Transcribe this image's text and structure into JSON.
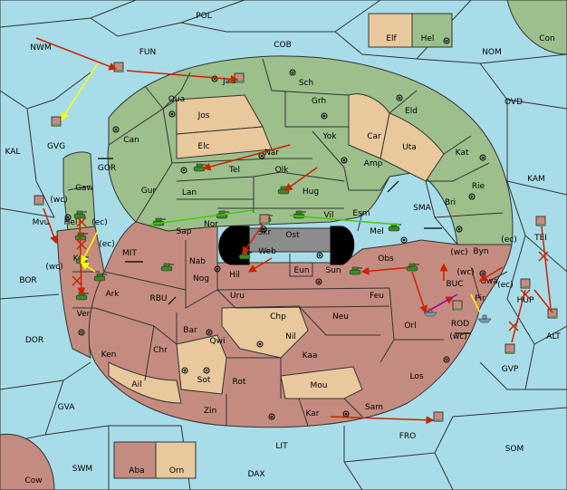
{
  "map": {
    "sea_regions": [
      {
        "id": "POL",
        "label": "POL"
      },
      {
        "id": "NWM",
        "label": "NWM"
      },
      {
        "id": "FUN",
        "label": "FUN"
      },
      {
        "id": "COB",
        "label": "COB"
      },
      {
        "id": "NOM",
        "label": "NOM"
      },
      {
        "id": "Con",
        "label": "Con"
      },
      {
        "id": "OVD",
        "label": "OVD"
      },
      {
        "id": "KAL",
        "label": "KAL"
      },
      {
        "id": "GVG",
        "label": "GVG"
      },
      {
        "id": "GOR",
        "label": "GOR"
      },
      {
        "id": "KAM",
        "label": "KAM"
      },
      {
        "id": "SMA",
        "label": "SMA"
      },
      {
        "id": "MIT",
        "label": "MIT"
      },
      {
        "id": "BOR",
        "label": "BOR"
      },
      {
        "id": "RBU",
        "label": "RBU"
      },
      {
        "id": "DOR",
        "label": "DOR"
      },
      {
        "id": "TEI",
        "label": "TEI"
      },
      {
        "id": "BUC",
        "label": "BUC"
      },
      {
        "id": "ROD",
        "label": "ROD"
      },
      {
        "id": "HUP",
        "label": "HUP"
      },
      {
        "id": "ALT",
        "label": "ALT"
      },
      {
        "id": "GVP",
        "label": "GVP"
      },
      {
        "id": "GVA",
        "label": "GVA"
      },
      {
        "id": "FRO",
        "label": "FRO"
      },
      {
        "id": "LIT",
        "label": "LIT"
      },
      {
        "id": "SOM",
        "label": "SOM"
      },
      {
        "id": "SWM",
        "label": "SWM"
      },
      {
        "id": "DAX",
        "label": "DAX"
      }
    ],
    "land_regions": [
      {
        "id": "Jad",
        "label": "Jad"
      },
      {
        "id": "Sch",
        "label": "Sch"
      },
      {
        "id": "Qua",
        "label": "Qua"
      },
      {
        "id": "Jos",
        "label": "Jos"
      },
      {
        "id": "Grh",
        "label": "Grh"
      },
      {
        "id": "Eld",
        "label": "Eld"
      },
      {
        "id": "Can",
        "label": "Can"
      },
      {
        "id": "Elc",
        "label": "Elc"
      },
      {
        "id": "Nar",
        "label": "Nar"
      },
      {
        "id": "Yok",
        "label": "Yok"
      },
      {
        "id": "Car",
        "label": "Car"
      },
      {
        "id": "Uta",
        "label": "Uta"
      },
      {
        "id": "Kat",
        "label": "Kat"
      },
      {
        "id": "Tel",
        "label": "Tel"
      },
      {
        "id": "Olk",
        "label": "Olk"
      },
      {
        "id": "Amp",
        "label": "Amp"
      },
      {
        "id": "Gaw",
        "label": "Gaw"
      },
      {
        "id": "Gur",
        "label": "Gur"
      },
      {
        "id": "Lan",
        "label": "Lan"
      },
      {
        "id": "Hug",
        "label": "Hug"
      },
      {
        "id": "Rie",
        "label": "Rie"
      },
      {
        "id": "Bri",
        "label": "Bri"
      },
      {
        "id": "Esm",
        "label": "Esm"
      },
      {
        "id": "Hel",
        "label": "Hel"
      },
      {
        "id": "Nor",
        "label": "Nor"
      },
      {
        "id": "Vil",
        "label": "Vil"
      },
      {
        "id": "Sap",
        "label": "Sap"
      },
      {
        "id": "Skr",
        "label": "Skr"
      },
      {
        "id": "Mel",
        "label": "Mel"
      },
      {
        "id": "Byn",
        "label": "Byn"
      },
      {
        "id": "Web",
        "label": "Web"
      },
      {
        "id": "Ost",
        "label": "Ost"
      },
      {
        "id": "Kor",
        "label": "Kor"
      },
      {
        "id": "Nab",
        "label": "Nab"
      },
      {
        "id": "Obs",
        "label": "Obs"
      },
      {
        "id": "Hil",
        "label": "Hil"
      },
      {
        "id": "Eun",
        "label": "Eun"
      },
      {
        "id": "Sun",
        "label": "Sun"
      },
      {
        "id": "Gwa",
        "label": "Gwa"
      },
      {
        "id": "Nog",
        "label": "Nog"
      },
      {
        "id": "Ark",
        "label": "Ark"
      },
      {
        "id": "Pir",
        "label": "Pir"
      },
      {
        "id": "Uru",
        "label": "Uru"
      },
      {
        "id": "Feu",
        "label": "Feu"
      },
      {
        "id": "Ver",
        "label": "Ver"
      },
      {
        "id": "Chp",
        "label": "Chp"
      },
      {
        "id": "Neu",
        "label": "Neu"
      },
      {
        "id": "Orl",
        "label": "Orl"
      },
      {
        "id": "Bar",
        "label": "Bar"
      },
      {
        "id": "Qwi",
        "label": "Qwi"
      },
      {
        "id": "Nil",
        "label": "Nil"
      },
      {
        "id": "Ken",
        "label": "Ken"
      },
      {
        "id": "Chr",
        "label": "Chr"
      },
      {
        "id": "Kaa",
        "label": "Kaa"
      },
      {
        "id": "Los",
        "label": "Los"
      },
      {
        "id": "Sot",
        "label": "Sot"
      },
      {
        "id": "Rot",
        "label": "Rot"
      },
      {
        "id": "Ail",
        "label": "Ail"
      },
      {
        "id": "Mou",
        "label": "Mou"
      },
      {
        "id": "Zin",
        "label": "Zin"
      },
      {
        "id": "Kar",
        "label": "Kar"
      },
      {
        "id": "Sam",
        "label": "Sam"
      },
      {
        "id": "Mvu",
        "label": "Mvu"
      }
    ],
    "corner_regions": [
      {
        "id": "Elf",
        "label": "Elf"
      },
      {
        "id": "Hel2",
        "label": "Hel"
      },
      {
        "id": "Aba",
        "label": "Aba"
      },
      {
        "id": "Orn",
        "label": "Orn"
      },
      {
        "id": "Cow",
        "label": "Cow"
      }
    ],
    "coast_marks": [
      "(wc)",
      "(ec)",
      "(ec)",
      "(wc)",
      "(wc)",
      "(ec)",
      "(wc)",
      "(ec)",
      "(wc)"
    ],
    "colors": {
      "sea": "#a8dce8",
      "green_power": "#9cbf8c",
      "tan_neutral": "#e8c89c",
      "red_power": "#c48c80",
      "gray_center": "#8c8c8c",
      "move_arrow": "#cc2200",
      "support_arrow": "#ffff00",
      "convoy_arrow": "#44cc00",
      "retreat_arrow": "#aa00aa"
    },
    "icons": [
      "tank-unit-icon",
      "fleet-unit-icon",
      "supply-center-icon",
      "order-arrow-icon",
      "failed-order-x-icon"
    ]
  }
}
